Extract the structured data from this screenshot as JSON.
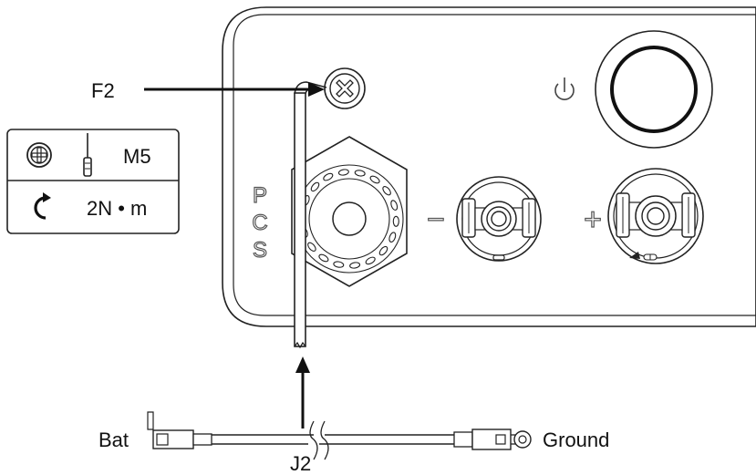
{
  "labels": {
    "f2": "F2",
    "bat": "Bat",
    "ground": "Ground",
    "j2": "J2"
  },
  "panel": {
    "pcs_letters": [
      "P",
      "C",
      "S"
    ],
    "minus_symbol": "−",
    "plus_symbol": "+"
  },
  "spec_box": {
    "screw_size": "M5",
    "torque": "2N • m"
  },
  "icons": [
    "phillips-screw-head-icon",
    "screwdriver-icon",
    "torque-rotate-icon",
    "power-icon"
  ]
}
